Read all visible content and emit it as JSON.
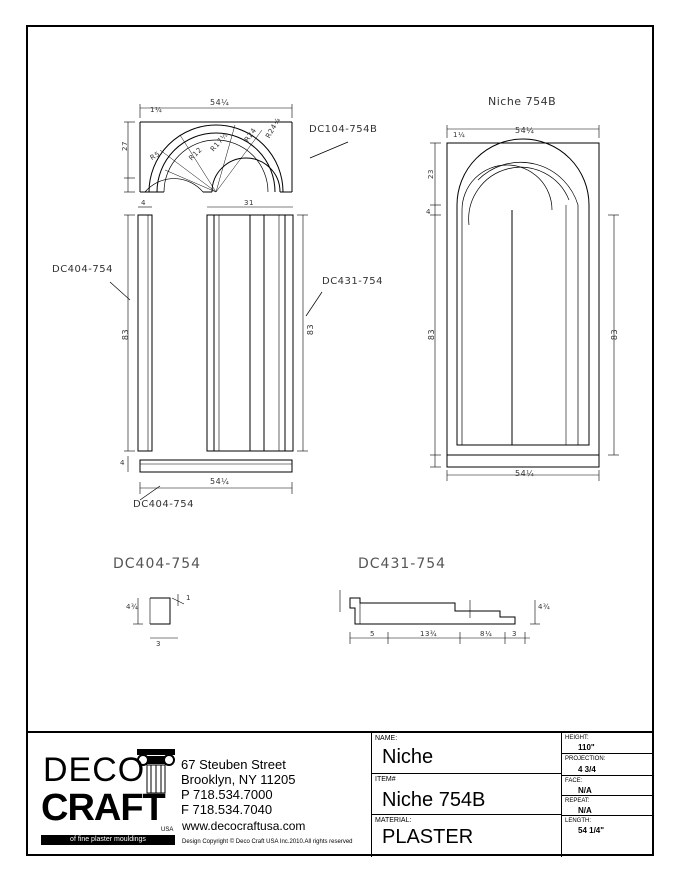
{
  "drawing": {
    "title_niche": "Niche 754B",
    "labels": {
      "dc104": "DC104-754B",
      "dc404_left": "DC404-754",
      "dc431": "DC431-754",
      "dc404_bottom": "DC404-754",
      "profile_dc404": "DC404-754",
      "profile_dc431": "DC431-754"
    },
    "dims": {
      "arch_width": "54¼",
      "arch_top": "1¼",
      "arch_height": "27",
      "pilaster_width": "4",
      "panel_width": "31",
      "height_83": "83",
      "base": "4",
      "base_width": "54¼",
      "elev_top": "1¼",
      "elev_width": "54¼",
      "elev_23": "23",
      "elev_83": "83",
      "elev_4": "4",
      "elev_base_width": "54¼",
      "elev_right_83": "83",
      "r5": "R5",
      "r12": "R12",
      "r17": "R17½",
      "r24": "R24",
      "r24b": "R24¼",
      "p404_h": "4¾",
      "p404_w": "3",
      "p404_t": "1",
      "p431_5": "5",
      "p431_13": "13¾",
      "p431_8": "8¼",
      "p431_3": "3",
      "p431_h": "4¾"
    }
  },
  "titleblock": {
    "logo_top": "DECO",
    "logo_bottom": "CRAFT",
    "logo_usa": "USA",
    "tagline": "of fine plaster mouldings",
    "address": [
      "67 Steuben Street",
      "Brooklyn, NY 11205",
      "P  718.534.7000",
      "F  718.534.7040"
    ],
    "website": "www.decocraftusa.com",
    "copyright": "Design Copyright © Deco Craft USA Inc.2010.All rights reserved",
    "name_label": "NAME:",
    "name_value": "Niche",
    "item_label": "ITEM#",
    "item_value": "Niche 754B",
    "material_label": "MATERIAL:",
    "material_value": "PLASTER",
    "height_label": "HEIGHT:",
    "height_value": "110\"",
    "projection_label": "PROJECTION:",
    "projection_value": "4 3/4",
    "face_label": "FACE:",
    "face_value": "N/A",
    "repeat_label": "REPEAT:",
    "repeat_value": "N/A",
    "length_label": "LENGTH:",
    "length_value": "54 1/4\""
  }
}
